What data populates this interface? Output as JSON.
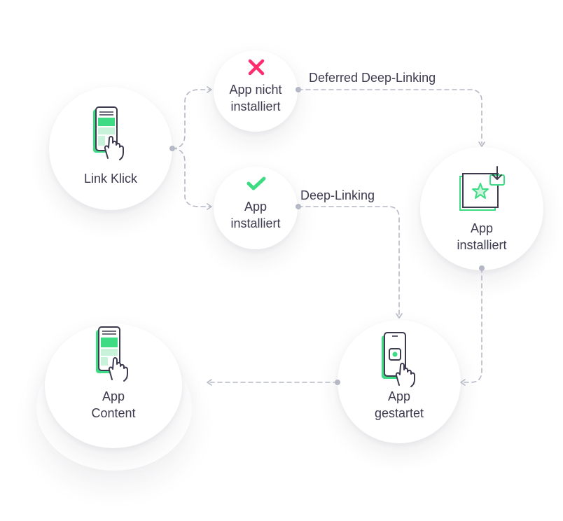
{
  "colors": {
    "accent_green": "#3ddc84",
    "green_light": "#c9f2db",
    "ink": "#3d3b4f",
    "connector": "#b5b9c6",
    "cross": "#ff2d6e"
  },
  "nodes": {
    "link_klick": {
      "label": "Link Klick",
      "icon": "phone-tap-icon"
    },
    "app_nicht_installiert": {
      "line1": "App nicht",
      "line2": "installiert",
      "icon": "cross-icon"
    },
    "app_installiert_check": {
      "line1": "App",
      "line2": "installiert",
      "icon": "check-icon"
    },
    "app_installiert_store": {
      "line1": "App",
      "line2": "installiert",
      "icon": "store-download-icon"
    },
    "app_gestartet": {
      "line1": "App",
      "line2": "gestartet",
      "icon": "phone-app-tap-icon"
    },
    "app_content": {
      "line1": "App",
      "line2": "Content",
      "icon": "phone-content-icon"
    }
  },
  "edges": {
    "deferred_deep_linking": "Deferred Deep-Linking",
    "deep_linking": "Deep-Linking"
  }
}
